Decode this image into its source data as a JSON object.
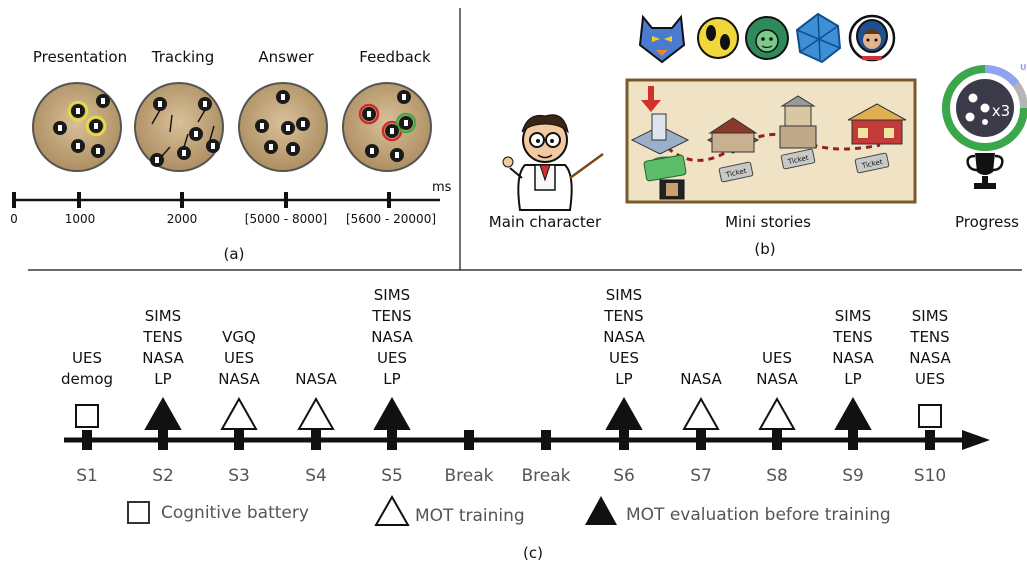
{
  "panel_a": {
    "phases": [
      "Presentation",
      "Tracking",
      "Answer",
      "Feedback"
    ],
    "unit": "ms",
    "ticks": [
      "0",
      "1000",
      "2000",
      "[5000 - 8000]",
      "[5600 - 20000]"
    ],
    "caption": "(a)"
  },
  "panel_b": {
    "main_character_label": "Main character",
    "mini_stories_label": "Mini stories",
    "progress_label": "Progress",
    "ticket_label": "Ticket",
    "multiplier": "x3",
    "up_label": "UP",
    "caption": "(b)",
    "icons": [
      "cat-mask-icon",
      "footprints-icon",
      "medusa-icon",
      "umbrella-icon",
      "astronaut-icon"
    ]
  },
  "panel_c": {
    "sessions": [
      {
        "label": "S1",
        "marker": "square",
        "tests": [
          "UES",
          "demog"
        ]
      },
      {
        "label": "S2",
        "marker": "filled-triangle",
        "tests": [
          "SIMS",
          "TENS",
          "NASA",
          "LP"
        ]
      },
      {
        "label": "S3",
        "marker": "open-triangle",
        "tests": [
          "VGQ",
          "UES",
          "NASA"
        ]
      },
      {
        "label": "S4",
        "marker": "open-triangle",
        "tests": [
          "NASA"
        ]
      },
      {
        "label": "S5",
        "marker": "filled-triangle",
        "tests": [
          "SIMS",
          "TENS",
          "NASA",
          "UES",
          "LP"
        ]
      },
      {
        "label": "Break",
        "marker": "none",
        "tests": []
      },
      {
        "label": "Break",
        "marker": "none",
        "tests": []
      },
      {
        "label": "S6",
        "marker": "filled-triangle",
        "tests": [
          "SIMS",
          "TENS",
          "NASA",
          "UES",
          "LP"
        ]
      },
      {
        "label": "S7",
        "marker": "open-triangle",
        "tests": [
          "NASA"
        ]
      },
      {
        "label": "S8",
        "marker": "open-triangle",
        "tests": [
          "UES",
          "NASA"
        ]
      },
      {
        "label": "S9",
        "marker": "filled-triangle",
        "tests": [
          "SIMS",
          "TENS",
          "NASA",
          "LP"
        ]
      },
      {
        "label": "S10",
        "marker": "square",
        "tests": [
          "SIMS",
          "TENS",
          "NASA",
          "UES"
        ]
      }
    ],
    "legend": {
      "square": "Cognitive battery",
      "open_triangle": "MOT training",
      "filled_triangle": "MOT evaluation before training"
    },
    "caption": "(c)"
  },
  "colors": {
    "ring_green": "#3aa84a",
    "ring_gray": "#b5b5b5",
    "ring_blue": "#8fa3f0",
    "board": "#c9ad7f",
    "road": "#9b1c1c",
    "arrow_red": "#d0312d",
    "highlight_yellow": "#e6dc3c",
    "feedback_red": "#d02a2a",
    "feedback_green": "#44a844"
  }
}
